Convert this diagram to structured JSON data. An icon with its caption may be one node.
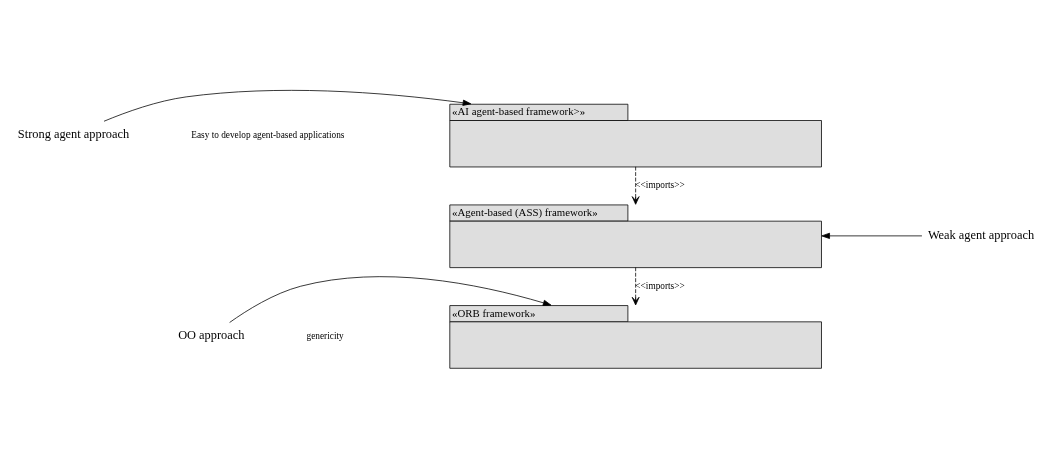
{
  "diagram": {
    "nodes": [
      {
        "text": [
          "«AI agent-based framework>»"
        ]
      },
      {
        "text": [
          "«Agent-based (ASS) framework»"
        ]
      },
      {
        "text": [
          "«ORB framework»"
        ]
      },
      {
        "text": [
          "Strong agent approach"
        ]
      },
      {
        "text": [
          "Weak agent approach"
        ]
      },
      {
        "text": [
          "OO approach"
        ]
      }
    ],
    "edges": [
      {
        "from": 0,
        "to": 1,
        "arrow": "to",
        "style": "dashed",
        "label": "<<imports>>"
      },
      {
        "from": 1,
        "to": 2,
        "arrow": "to",
        "style": "dashed",
        "label": "<<imports>>"
      },
      {
        "from": 3,
        "to": 0,
        "arrow": "to"
      },
      {
        "from": 4,
        "to": 1,
        "arrow": "to"
      },
      {
        "from": 5,
        "to": 2,
        "arrow": "to"
      }
    ],
    "labels": [
      "Easy to develop agent-based applications",
      "genericity"
    ]
  }
}
